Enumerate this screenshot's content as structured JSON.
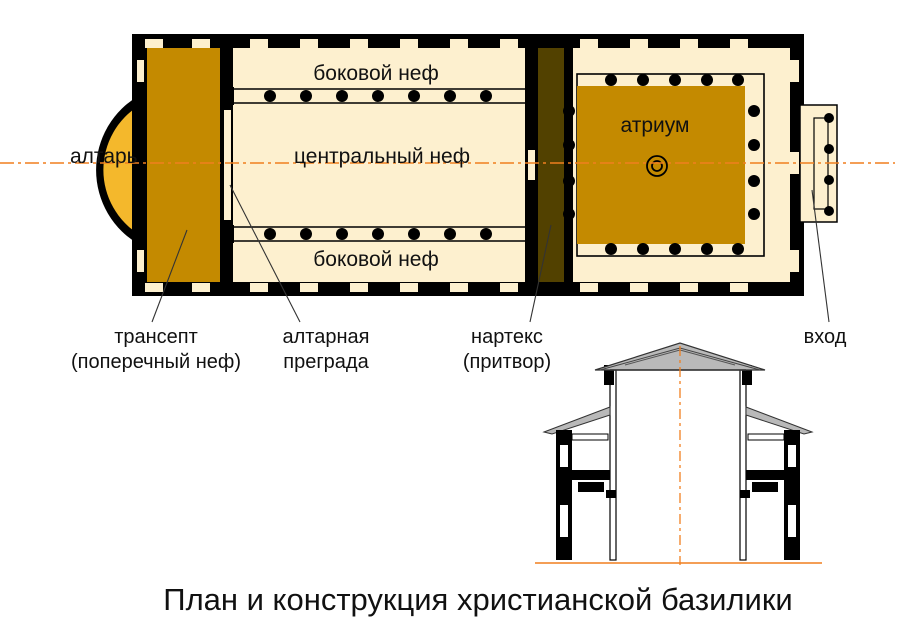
{
  "diagram": {
    "title": "План и конструкция христианской базилики",
    "plan_labels": {
      "side_nave_top": "боковой неф",
      "central_nave": "центральный неф",
      "side_nave_bottom": "боковой неф",
      "altar": "алтарь",
      "atrium": "атриум"
    },
    "callouts": {
      "transept_line1": "трансепт",
      "transept_line2": "(поперечный неф)",
      "altar_barrier_line1": "алтарная",
      "altar_barrier_line2": "преграда",
      "narthex_line1": "нартекс",
      "narthex_line2": "(притвор)",
      "entrance": "вход"
    },
    "colors": {
      "wall": "#000000",
      "floor": "#fdf0cf",
      "transept": "#c48a00",
      "apse": "#f4b82c",
      "atrium": "#c48a00",
      "narthex": "#524100",
      "axis": "#f07f1f"
    }
  }
}
